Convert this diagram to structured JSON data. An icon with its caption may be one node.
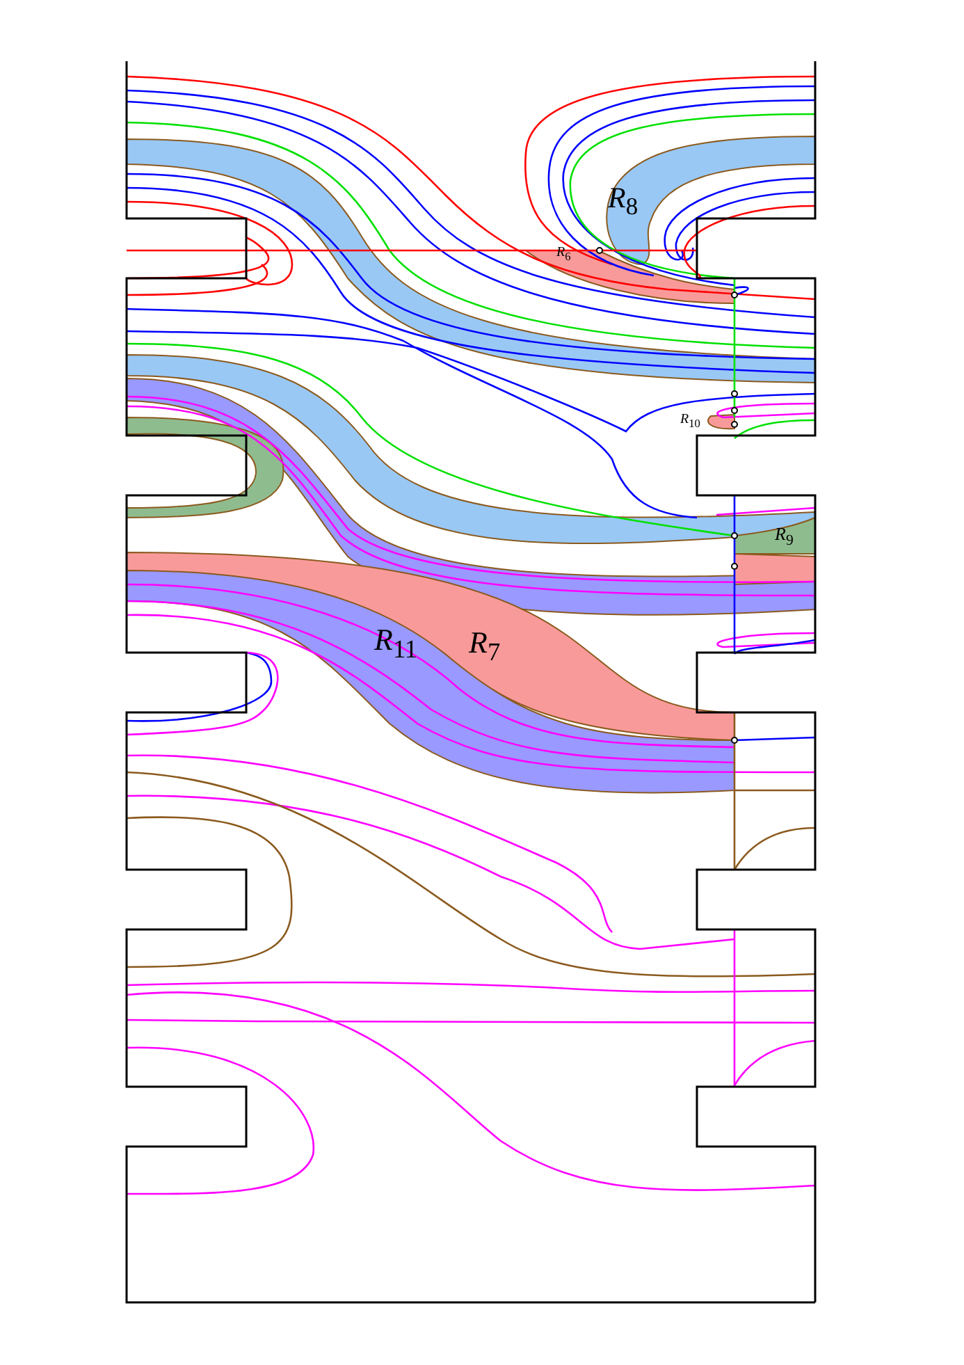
{
  "diagram": {
    "labels": [
      "*R*$_{8}$",
      "*R*$_{6}$",
      "*R*$_{10}$",
      "*R*$_{9}$",
      "*R*$_{11}$",
      "*R*$_{7}$"
    ]
  }
}
